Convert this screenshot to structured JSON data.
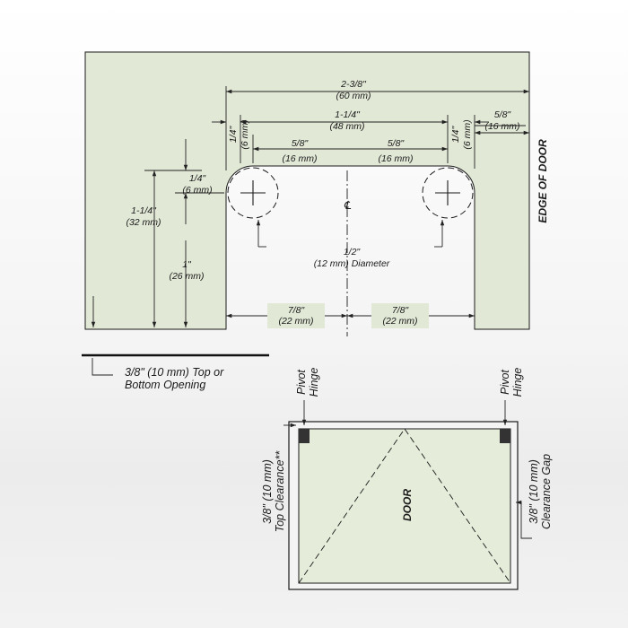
{
  "colors": {
    "plate": "#e1e8d6",
    "outline": "#1a1a1a",
    "door_fill": "#e5ecd9",
    "hinge": "#333333"
  },
  "top_diagram": {
    "overall_width": "2-3/8\"",
    "overall_width_mm": "(60 mm)",
    "hole_spacing": "1-1/4\"",
    "hole_spacing_mm": "(48 mm)",
    "edge_offset": "5/8\"",
    "edge_offset_mm": "(16 mm)",
    "left_half": "5/8\"",
    "left_half_mm": "(16 mm)",
    "right_half": "5/8\"",
    "right_half_mm": "(16 mm)",
    "left_quarter": "1/4\"",
    "left_quarter_mm": "(6 mm)",
    "right_quarter": "1/4\"",
    "right_quarter_mm": "(6 mm)",
    "depth_quarter": "1/4\"",
    "depth_quarter_mm": "(6 mm)",
    "total_depth": "1-1/4\"",
    "total_depth_mm": "(32 mm)",
    "inch_depth": "1\"",
    "inch_depth_mm": "(26 mm)",
    "centerline": "℄",
    "hole_diameter": "1/2\"",
    "hole_diameter_desc": "(12 mm) Diameter",
    "bottom_left": "7/8\"",
    "bottom_left_mm": "(22 mm)",
    "bottom_right": "7/8\"",
    "bottom_right_mm": "(22 mm)",
    "edge_of_door": "EDGE OF DOOR"
  },
  "opening_note": {
    "line1": "3/8\" (10 mm) Top or",
    "line2": "Bottom Opening"
  },
  "bottom_diagram": {
    "door_label": "DOOR",
    "left_hinge_line1": "Pivot",
    "left_hinge_line2": "Hinge",
    "right_hinge_line1": "Pivot",
    "right_hinge_line2": "Hinge",
    "top_clearance_line1": "3/8\" (10 mm)",
    "top_clearance_line2": "Top Clearance**",
    "gap_line1": "3/8\" (10 mm)",
    "gap_line2": "Clearance Gap"
  }
}
